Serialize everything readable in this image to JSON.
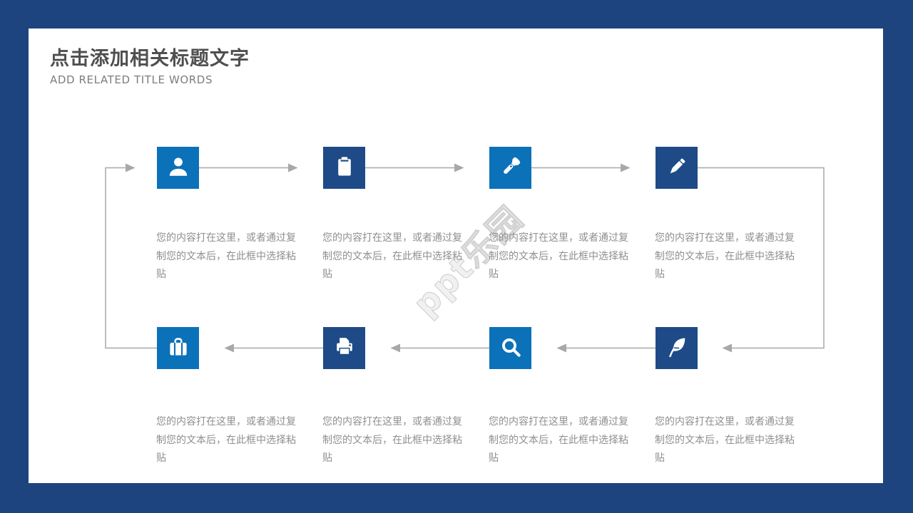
{
  "title": {
    "main": "点击添加相关标题文字",
    "sub": "ADD RELATED TITLE WORDS"
  },
  "watermark": "ppt乐园",
  "colors": {
    "frame_background": "#1e4480",
    "tile_bright_blue": "#0b71b8",
    "tile_navy_blue": "#1e4b87",
    "connector_gray": "#a8a8a8",
    "body_text_gray": "#8f8f8f",
    "title_gray": "#4f4f4f"
  },
  "steps": [
    {
      "position": "top-1",
      "icon": "user-icon",
      "tile": "bright",
      "text": "您的内容打在这里，或者通过复制您的文本后，在此框中选择粘贴"
    },
    {
      "position": "top-2",
      "icon": "clipboard-icon",
      "tile": "navy",
      "text": "您的内容打在这里，或者通过复制您的文本后，在此框中选择粘贴"
    },
    {
      "position": "top-3",
      "icon": "flashlight-icon",
      "tile": "bright",
      "text": "您的内容打在这里，或者通过复制您的文本后，在此框中选择粘贴"
    },
    {
      "position": "top-4",
      "icon": "pencil-icon",
      "tile": "navy",
      "text": "您的内容打在这里，或者通过复制您的文本后，在此框中选择粘贴"
    },
    {
      "position": "bottom-1",
      "icon": "suitcase-icon",
      "tile": "bright",
      "text": "您的内容打在这里，或者通过复制您的文本后，在此框中选择粘贴"
    },
    {
      "position": "bottom-2",
      "icon": "printer-icon",
      "tile": "navy",
      "text": "您的内容打在这里，或者通过复制您的文本后，在此框中选择粘贴"
    },
    {
      "position": "bottom-3",
      "icon": "search-icon",
      "tile": "bright",
      "text": "您的内容打在这里，或者通过复制您的文本后，在此框中选择粘贴"
    },
    {
      "position": "bottom-4",
      "icon": "feather-icon",
      "tile": "navy",
      "text": "您的内容打在这里，或者通过复制您的文本后，在此框中选择粘贴"
    }
  ]
}
